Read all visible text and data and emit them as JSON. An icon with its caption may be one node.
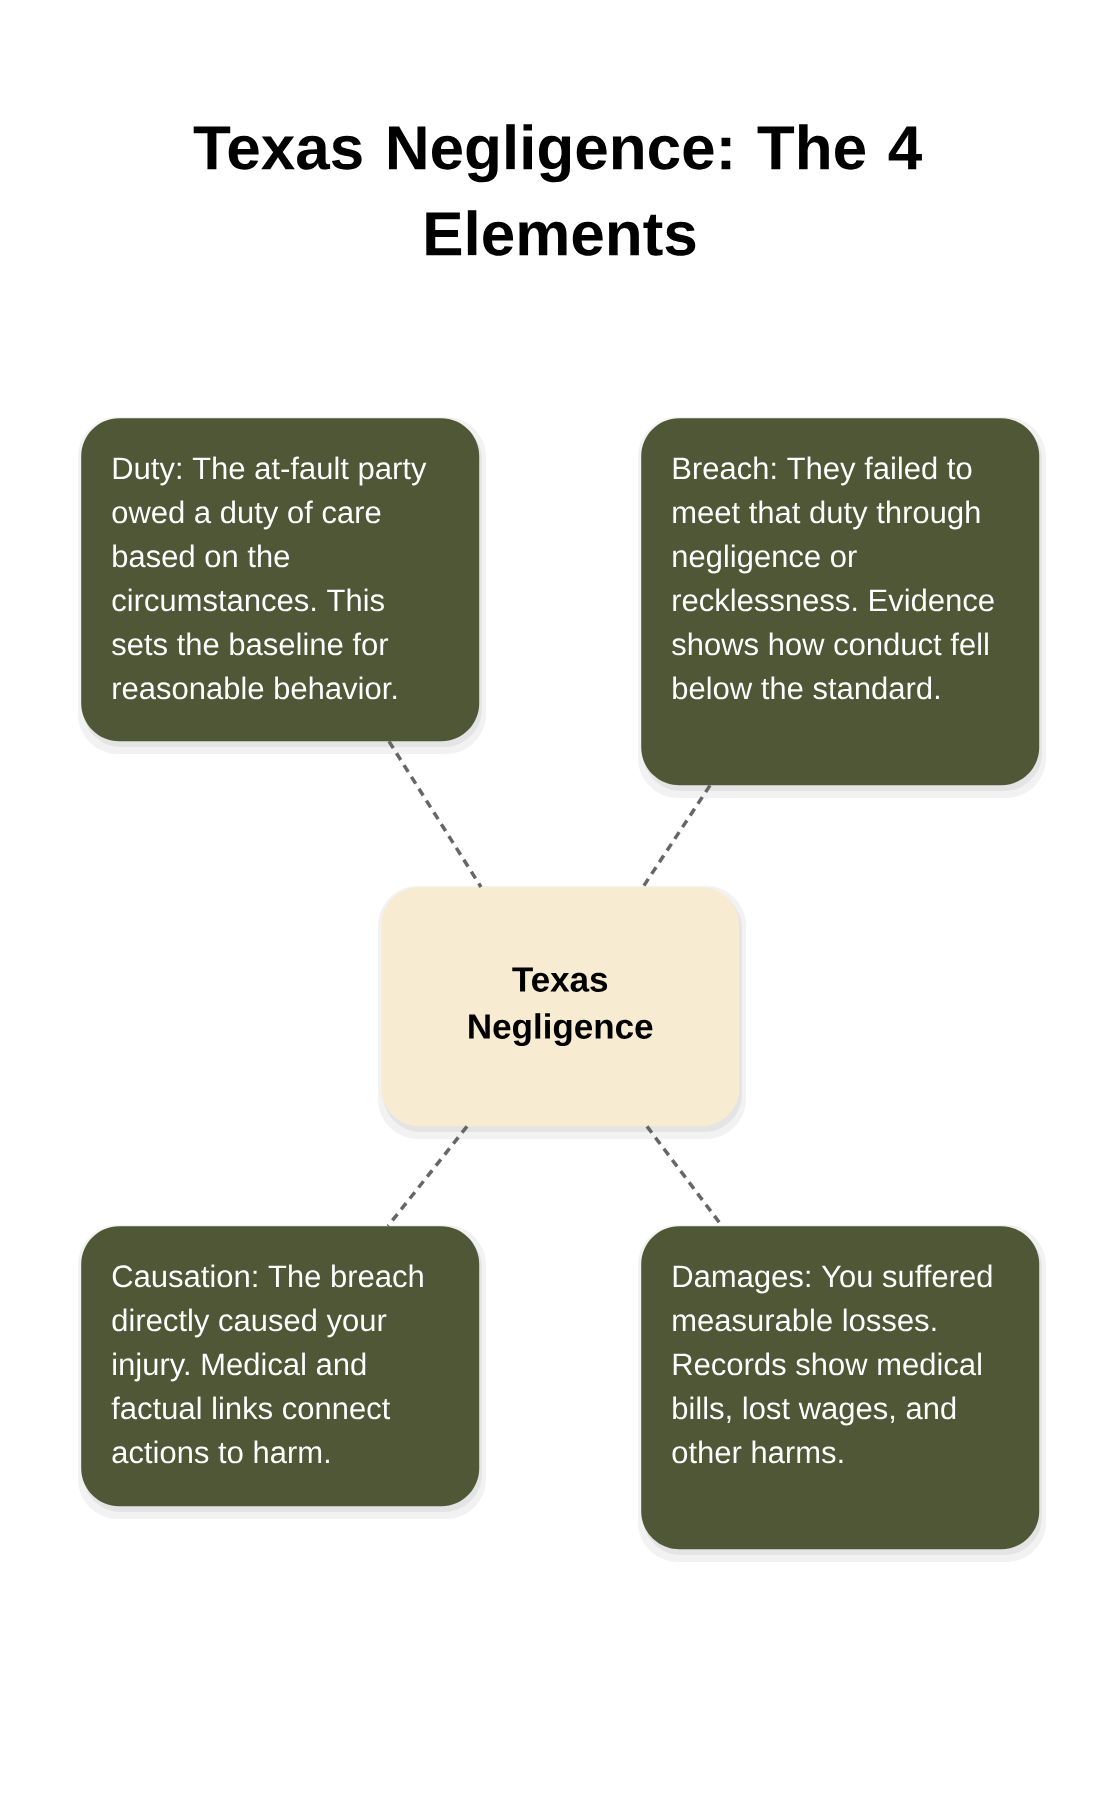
{
  "diagram": {
    "title": "Texas Negligence: The 4 Elements",
    "nodes": [
      {
        "text": [
          "Duty: The at-fault party owed a duty of care based on the circumstances. This sets the baseline for reasonable behavior."
        ]
      },
      {
        "text": [
          "Breach: They failed to meet that duty through negligence or recklessness. Evidence shows how conduct fell below the standard."
        ]
      },
      {
        "text": [
          "Texas Negligence"
        ]
      },
      {
        "text": [
          "Causation: The breach directly caused your injury. Medical and factual links connect actions to harm."
        ]
      },
      {
        "text": [
          "Damages: You suffered measurable losses. Records show medical bills, lost wages, and other harms."
        ]
      }
    ],
    "edges": [
      {
        "from": 0,
        "to": 2,
        "arrow": "none",
        "style": "dashed"
      },
      {
        "from": 1,
        "to": 2,
        "arrow": "none",
        "style": "dashed"
      },
      {
        "from": 2,
        "to": 3,
        "arrow": "none",
        "style": "dashed"
      },
      {
        "from": 2,
        "to": 4,
        "arrow": "none",
        "style": "dashed"
      }
    ]
  }
}
